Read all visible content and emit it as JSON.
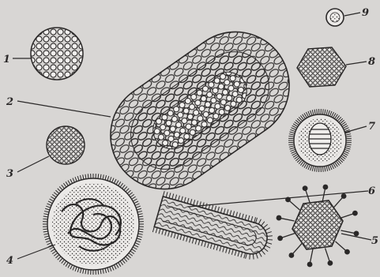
{
  "figure": {
    "labels": [
      {
        "id": "1",
        "text": "1"
      },
      {
        "id": "2",
        "text": "2"
      },
      {
        "id": "3",
        "text": "3"
      },
      {
        "id": "4",
        "text": "4"
      },
      {
        "id": "5",
        "text": "5"
      },
      {
        "id": "6",
        "text": "6"
      },
      {
        "id": "7",
        "text": "7"
      },
      {
        "id": "8",
        "text": "8"
      },
      {
        "id": "9",
        "text": "9"
      }
    ],
    "colors": {
      "background": "#d8d6d4",
      "ink": "#2a2828",
      "fill_light": "#e8e6e4"
    }
  }
}
